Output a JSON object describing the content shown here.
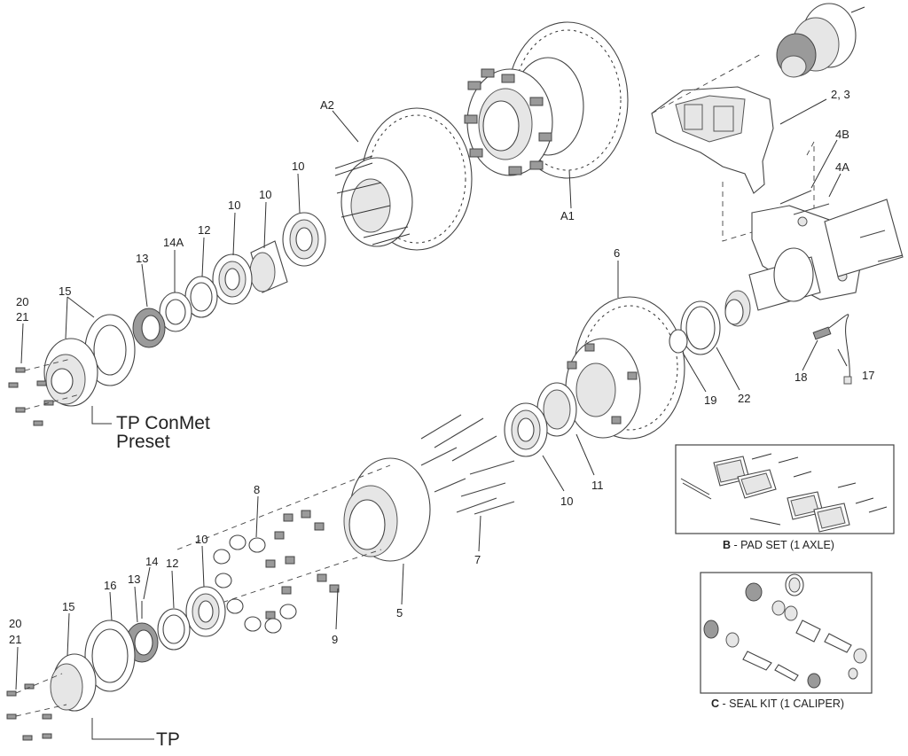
{
  "labels": {
    "a2": "A2",
    "a1": "A1",
    "two_three": "2, 3",
    "four_b": "4B",
    "four_a": "4A",
    "ten_a": "10",
    "ten_b": "10",
    "ten_c": "10",
    "ten_d": "10",
    "ten_e": "10",
    "twelve_a": "12",
    "twelve_b": "12",
    "thirteen_a": "13",
    "thirteen_b": "13",
    "fourteen_a": "14A",
    "fourteen": "14",
    "fifteen_a": "15",
    "fifteen_b": "15",
    "sixteen": "16",
    "twenty_a": "20",
    "twenty_one_a": "21",
    "twenty_b": "20",
    "twenty_one_b": "21",
    "six": "6",
    "seventeen": "17",
    "eighteen": "18",
    "nineteen": "19",
    "twenty_two": "22",
    "eleven": "11",
    "seven": "7",
    "eight": "8",
    "nine": "9",
    "five": "5"
  },
  "callouts": {
    "tp_conmet_line1": "TP ConMet",
    "tp_conmet_line2": "Preset",
    "tp": "TP"
  },
  "kits": {
    "pad_set_letter": "B",
    "pad_set_text": " - PAD SET (1 AXLE)",
    "seal_kit_letter": "C",
    "seal_kit_text": " - SEAL KIT (1 CALIPER)"
  }
}
